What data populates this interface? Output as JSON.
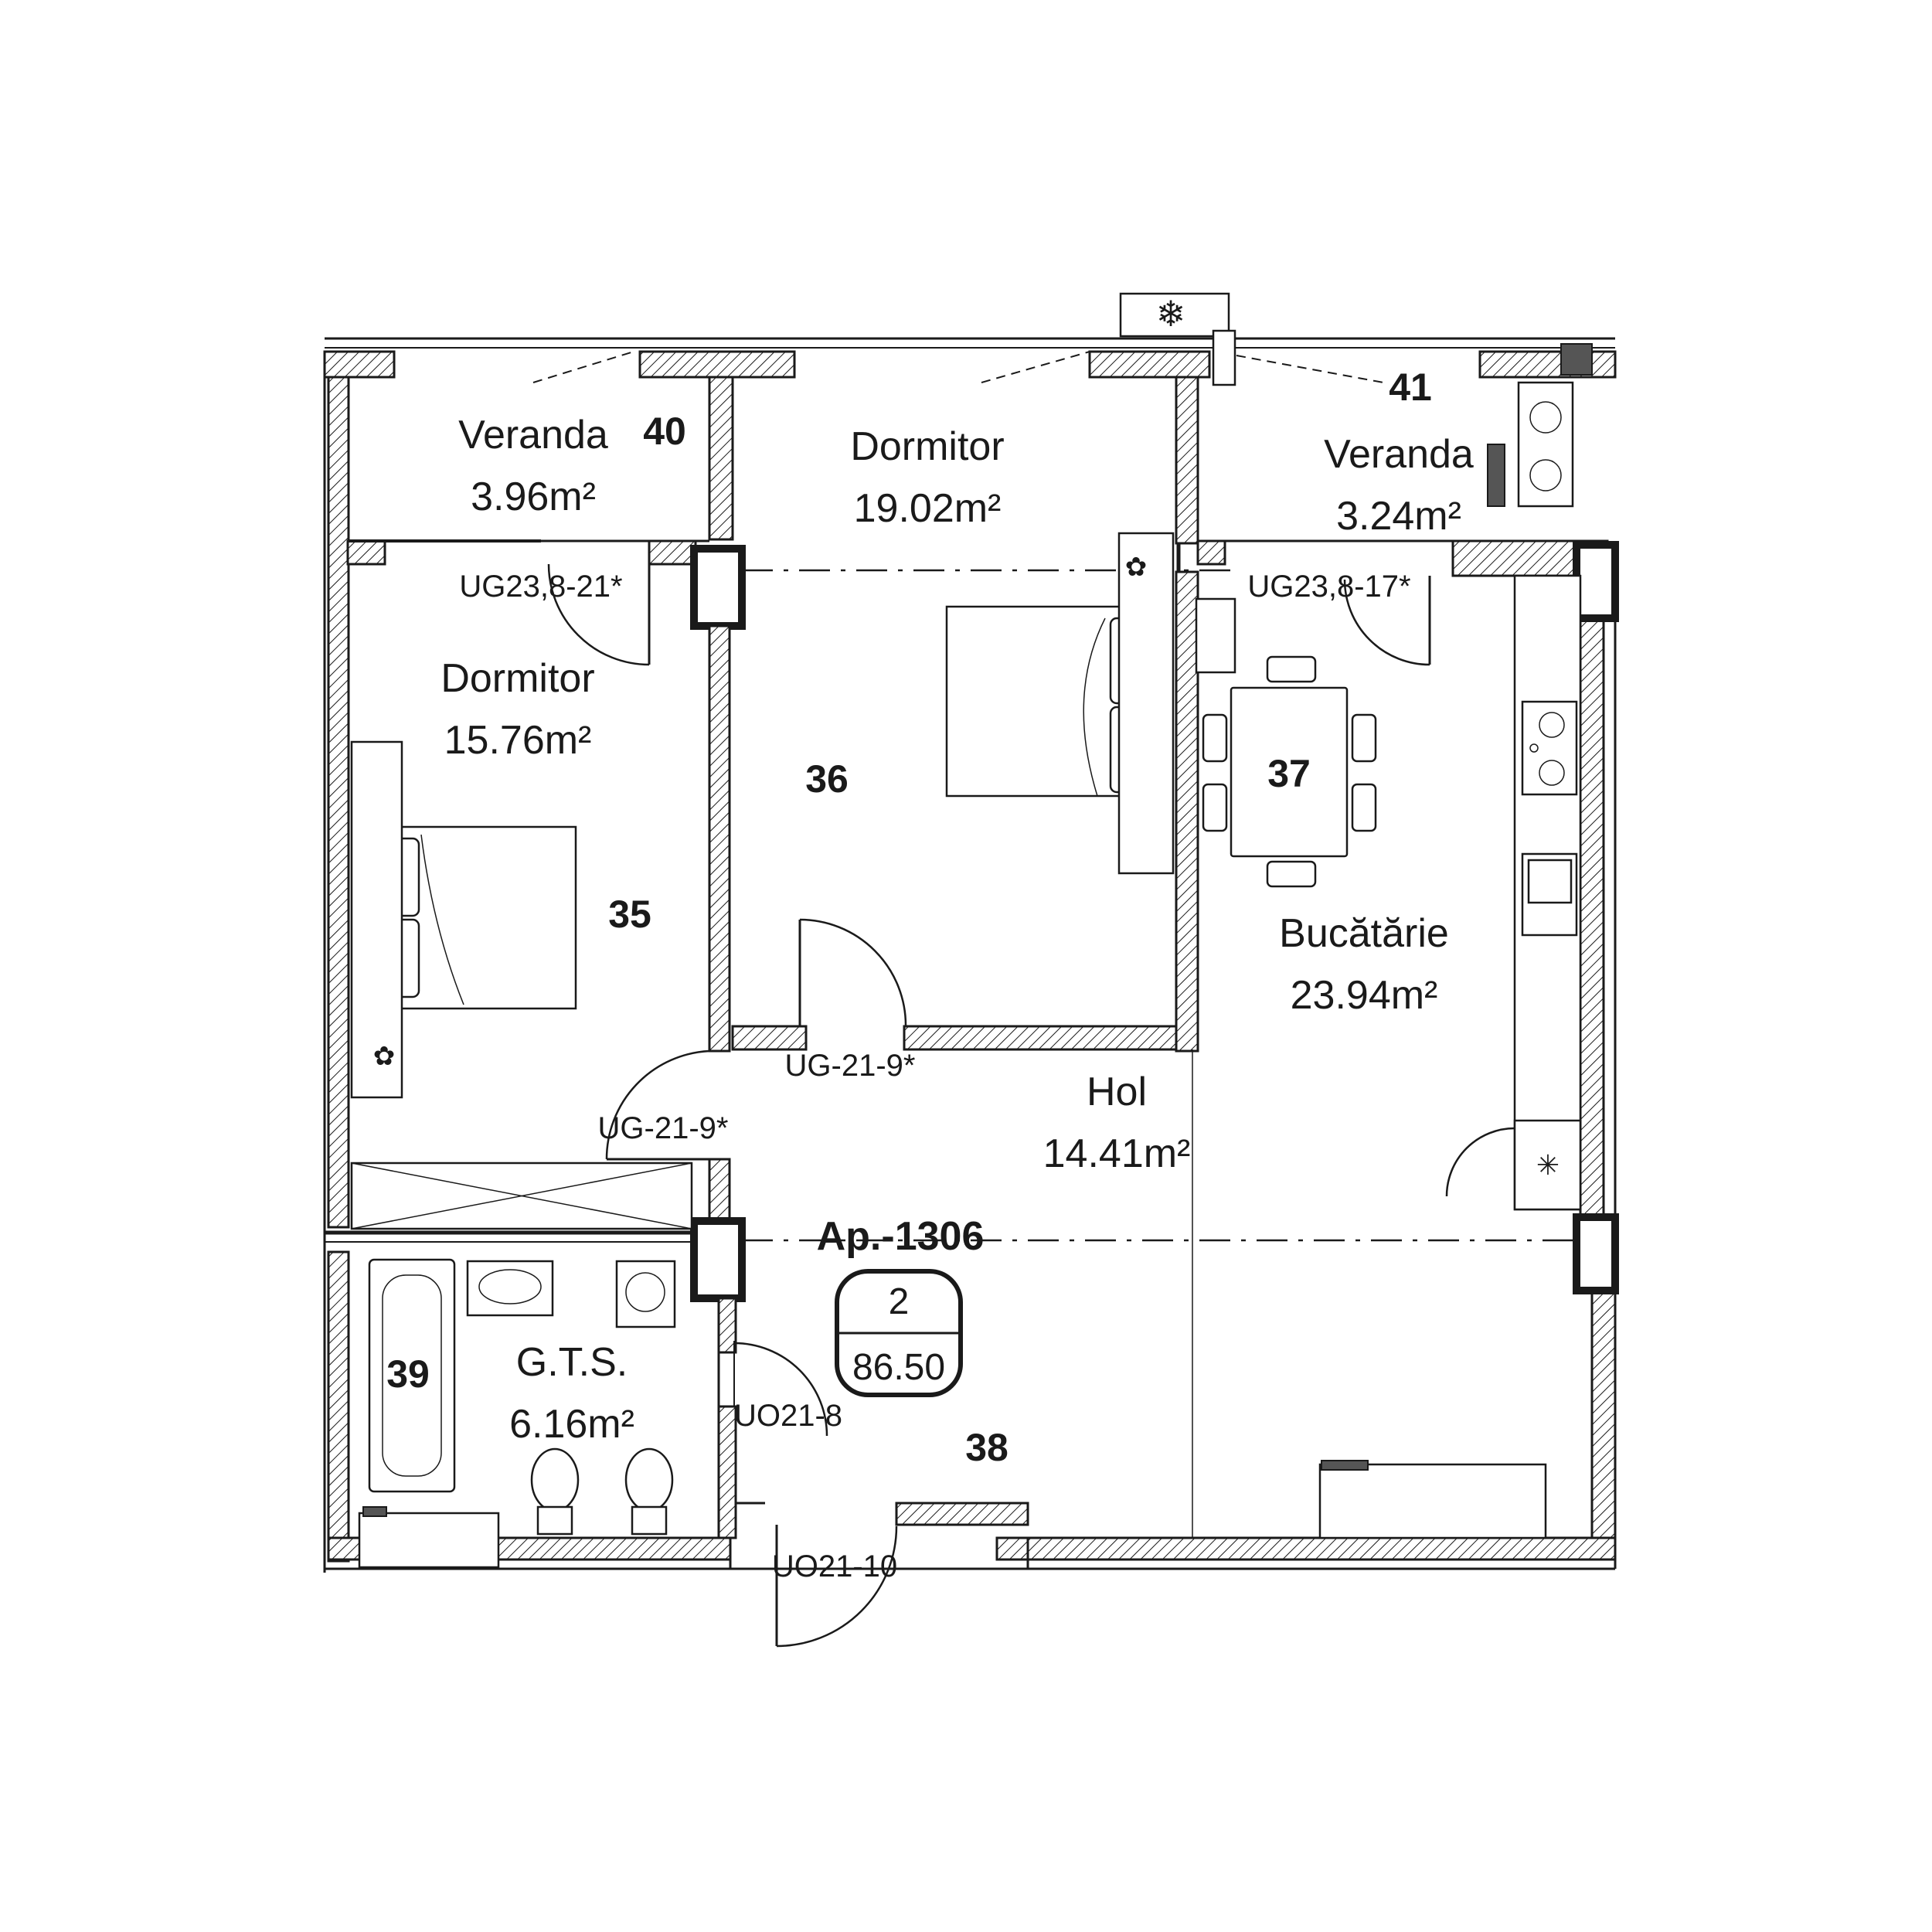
{
  "rooms": {
    "r35": {
      "name": "Dormitor",
      "area": "15.76m²",
      "number": "35"
    },
    "r36": {
      "name": "Dormitor",
      "area": "19.02m²",
      "number": "36"
    },
    "r37": {
      "name": "Bucătărie",
      "area": "23.94m²",
      "number": "37"
    },
    "r38": {
      "name": "Hol",
      "area": "14.41m²",
      "number": "38"
    },
    "r39": {
      "name": "G.T.S.",
      "area": "6.16m²",
      "number": "39"
    },
    "r40": {
      "name": "Veranda",
      "area": "3.96m²",
      "number": "40"
    },
    "r41": {
      "name": "Veranda",
      "area": "3.24m²",
      "number": "41"
    }
  },
  "doors": {
    "d1": "UG23,8-21*",
    "d2": "UG23,8-17*",
    "d3": "UG-21-9*",
    "d4": "UG-21-9*",
    "d5": "UO21-8",
    "d6": "UO21-10"
  },
  "apartment": {
    "label": "Ap.-1306",
    "rooms_count": "2",
    "total_area": "86.50"
  }
}
